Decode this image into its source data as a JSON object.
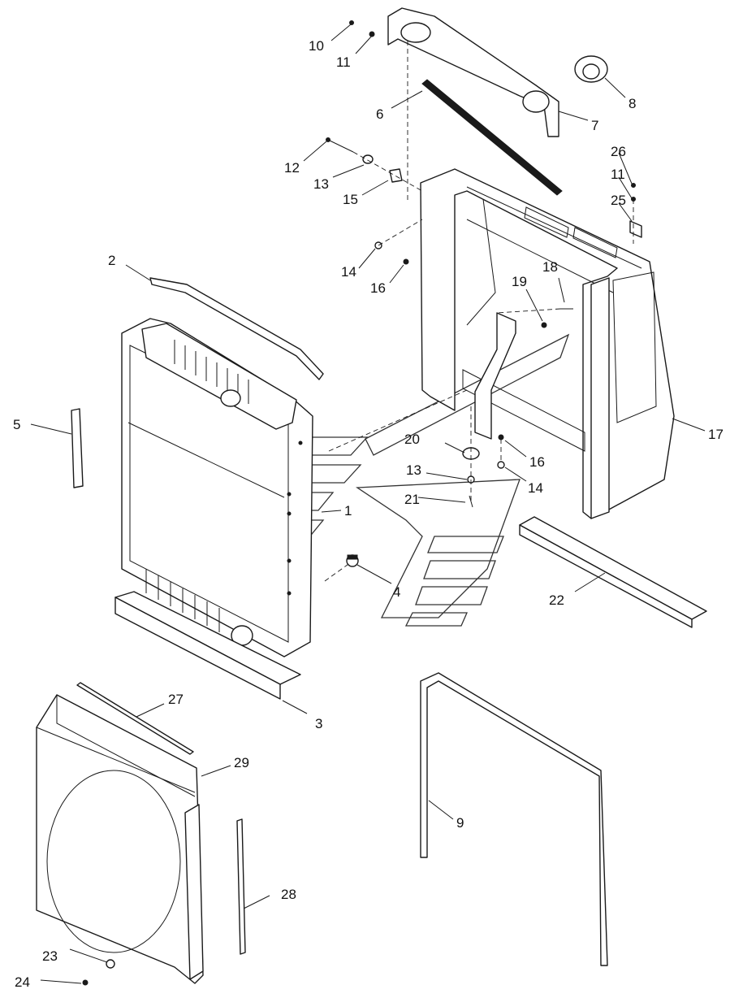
{
  "callouts": {
    "c1": "1",
    "c2": "2",
    "c3": "3",
    "c4": "4",
    "c5": "5",
    "c6": "6",
    "c7": "7",
    "c8": "8",
    "c9": "9",
    "c10": "10",
    "c11a": "11",
    "c11b": "11",
    "c12": "12",
    "c13a": "13",
    "c13b": "13",
    "c14a": "14",
    "c14b": "14",
    "c15": "15",
    "c16a": "16",
    "c16b": "16",
    "c17": "17",
    "c18": "18",
    "c19": "19",
    "c20": "20",
    "c21": "21",
    "c22": "22",
    "c23": "23",
    "c24": "24",
    "c25": "25",
    "c26": "26",
    "c27": "27",
    "c28": "28",
    "c29": "29"
  },
  "colors": {
    "line": "#1a1a1a",
    "background": "#ffffff"
  }
}
